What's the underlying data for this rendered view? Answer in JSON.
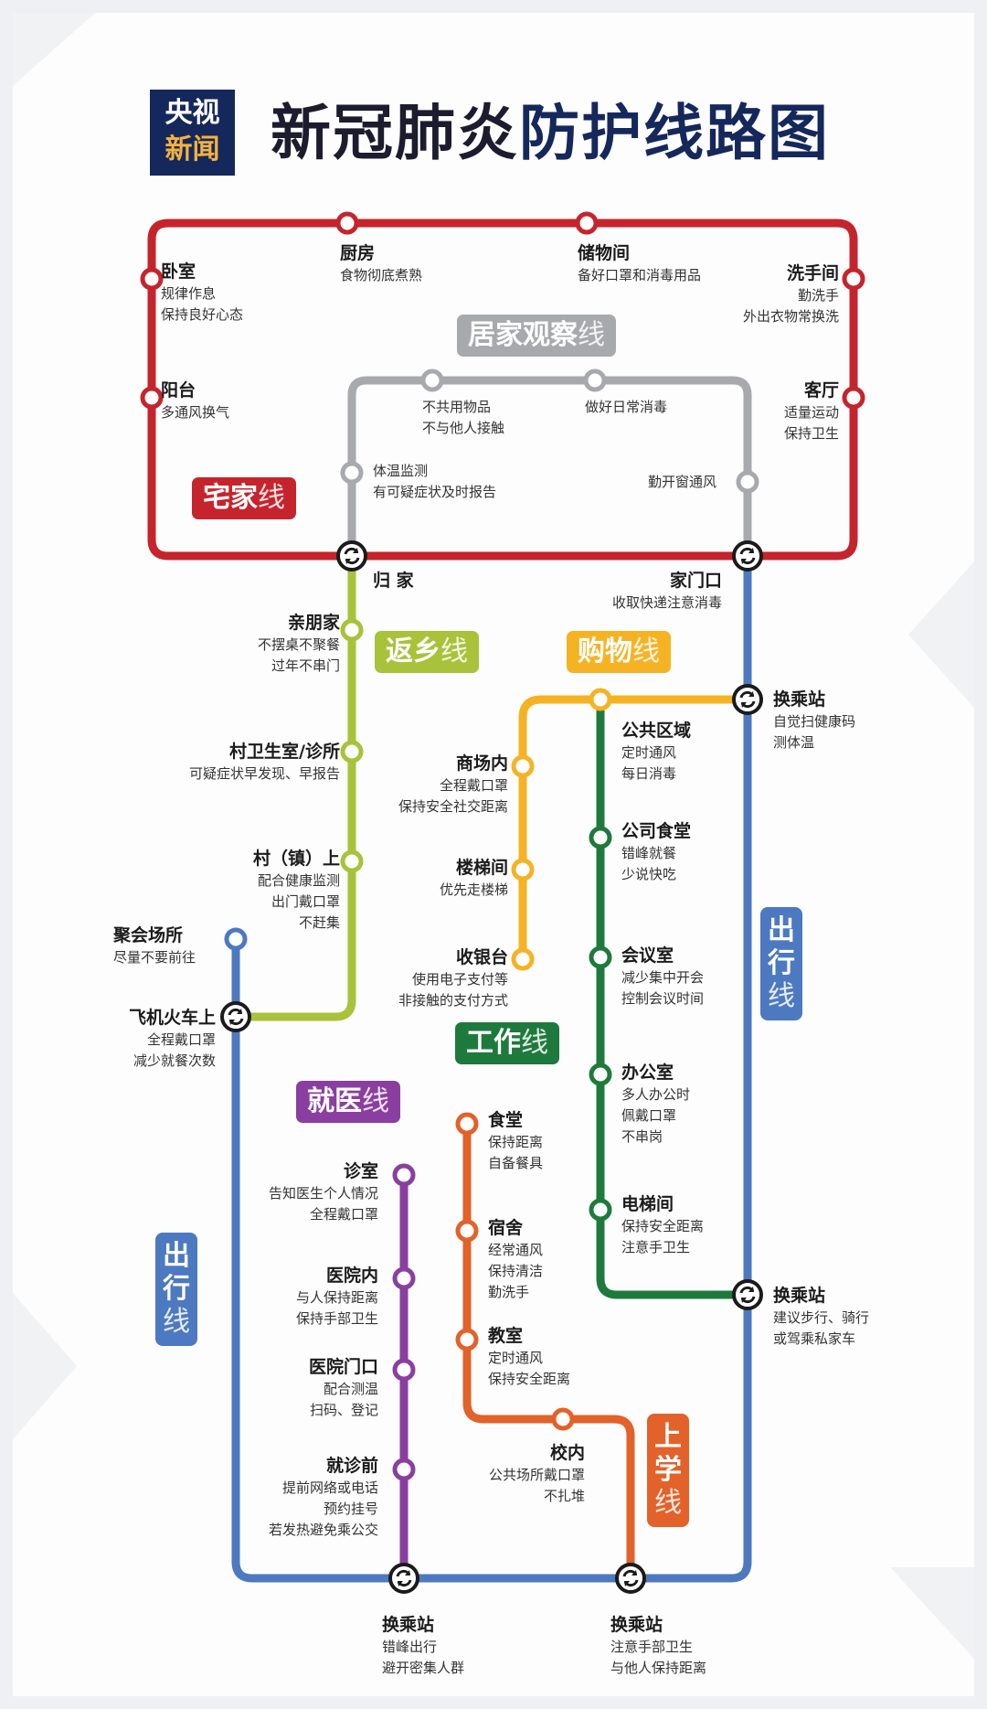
{
  "header": {
    "logo_top": "央视",
    "logo_bottom": "新闻",
    "title_light": "新冠肺炎",
    "title_bold": "防护线路图"
  },
  "colors": {
    "home": "#c6242c",
    "observe": "#a7a9ac",
    "return": "#a8c23a",
    "shopping": "#f5b324",
    "work": "#1e7a3c",
    "travel": "#4d79c0",
    "medical": "#8a3fa0",
    "school": "#e2622a"
  },
  "lines": {
    "home": {
      "main": "宅家",
      "suffix": "线"
    },
    "observe": {
      "main": "居家观察",
      "suffix": "线"
    },
    "return": {
      "main": "返乡",
      "suffix": "线"
    },
    "shopping": {
      "main": "购物",
      "suffix": "线"
    },
    "work": {
      "main": "工作",
      "suffix": "线"
    },
    "medical": {
      "main": "就医",
      "suffix": "线"
    },
    "travel_right": {
      "main": "出行",
      "suffix": "线"
    },
    "travel_left": {
      "main": "出行",
      "suffix": "线"
    },
    "school": {
      "main": "上学",
      "suffix": "线"
    }
  },
  "stations": {
    "bedroom": {
      "title": "卧室",
      "desc": [
        "规律作息",
        "保持良好心态"
      ]
    },
    "kitchen": {
      "title": "厨房",
      "desc": [
        "食物彻底煮熟"
      ]
    },
    "storage": {
      "title": "储物间",
      "desc": [
        "备好口罩和消毒用品"
      ]
    },
    "washroom": {
      "title": "洗手间",
      "desc": [
        "勤洗手",
        "外出衣物常换洗"
      ]
    },
    "balcony": {
      "title": "阳台",
      "desc": [
        "多通风换气"
      ]
    },
    "living": {
      "title": "客厅",
      "desc": [
        "适量运动",
        "保持卫生"
      ]
    },
    "no_share": {
      "title": "",
      "desc": [
        "不共用物品",
        "不与他人接触"
      ]
    },
    "disinfect": {
      "title": "",
      "desc": [
        "做好日常消毒"
      ]
    },
    "temp": {
      "title": "",
      "desc": [
        "体温监测",
        "有可疑症状及时报告"
      ]
    },
    "window": {
      "title": "",
      "desc": [
        "勤开窗通风"
      ]
    },
    "home_return": {
      "title": "归 家",
      "desc": []
    },
    "door": {
      "title": "家门口",
      "desc": [
        "收取快递注意消毒"
      ]
    },
    "relatives": {
      "title": "亲朋家",
      "desc": [
        "不摆桌不聚餐",
        "过年不串门"
      ]
    },
    "clinic": {
      "title": "村卫生室/诊所",
      "desc": [
        "可疑症状早发现、早报告"
      ]
    },
    "village": {
      "title": "村（镇）上",
      "desc": [
        "配合健康监测",
        "出门戴口罩",
        "不赶集"
      ]
    },
    "gathering": {
      "title": "聚会场所",
      "desc": [
        "尽量不要前往"
      ]
    },
    "plane": {
      "title": "飞机火车上",
      "desc": [
        "全程戴口罩",
        "减少就餐次数"
      ]
    },
    "mall": {
      "title": "商场内",
      "desc": [
        "全程戴口罩",
        "保持安全社交距离"
      ]
    },
    "stairs": {
      "title": "楼梯间",
      "desc": [
        "优先走楼梯"
      ]
    },
    "cashier": {
      "title": "收银台",
      "desc": [
        "使用电子支付等",
        "非接触的支付方式"
      ]
    },
    "transfer_top": {
      "title": "换乘站",
      "desc": [
        "自觉扫健康码",
        "测体温"
      ]
    },
    "public": {
      "title": "公共区域",
      "desc": [
        "定时通风",
        "每日消毒"
      ]
    },
    "canteen": {
      "title": "公司食堂",
      "desc": [
        "错峰就餐",
        "少说快吃"
      ]
    },
    "meeting": {
      "title": "会议室",
      "desc": [
        "减少集中开会",
        "控制会议时间"
      ]
    },
    "office": {
      "title": "办公室",
      "desc": [
        "多人办公时",
        "佩戴口罩",
        "不串岗"
      ]
    },
    "elevator": {
      "title": "电梯间",
      "desc": [
        "保持安全距离",
        "注意手卫生"
      ]
    },
    "transfer_mid": {
      "title": "换乘站",
      "desc": [
        "建议步行、骑行",
        "或驾乘私家车"
      ]
    },
    "consult": {
      "title": "诊室",
      "desc": [
        "告知医生个人情况",
        "全程戴口罩"
      ]
    },
    "hospital_in": {
      "title": "医院内",
      "desc": [
        "与人保持距离",
        "保持手部卫生"
      ]
    },
    "hospital_gate": {
      "title": "医院门口",
      "desc": [
        "配合测温",
        "扫码、登记"
      ]
    },
    "before_visit": {
      "title": "就诊前",
      "desc": [
        "提前网络或电话",
        "预约挂号",
        "若发热避免乘公交"
      ]
    },
    "dining": {
      "title": "食堂",
      "desc": [
        "保持距离",
        "自备餐具"
      ]
    },
    "dorm": {
      "title": "宿舍",
      "desc": [
        "经常通风",
        "保持清洁",
        "勤洗手"
      ]
    },
    "classroom": {
      "title": "教室",
      "desc": [
        "定时通风",
        "保持安全距离"
      ]
    },
    "campus": {
      "title": "校内",
      "desc": [
        "公共场所戴口罩",
        "不扎堆"
      ]
    },
    "transfer_bl": {
      "title": "换乘站",
      "desc": [
        "错峰出行",
        "避开密集人群"
      ]
    },
    "transfer_br": {
      "title": "换乘站",
      "desc": [
        "注意手部卫生",
        "与他人保持距离"
      ]
    }
  }
}
